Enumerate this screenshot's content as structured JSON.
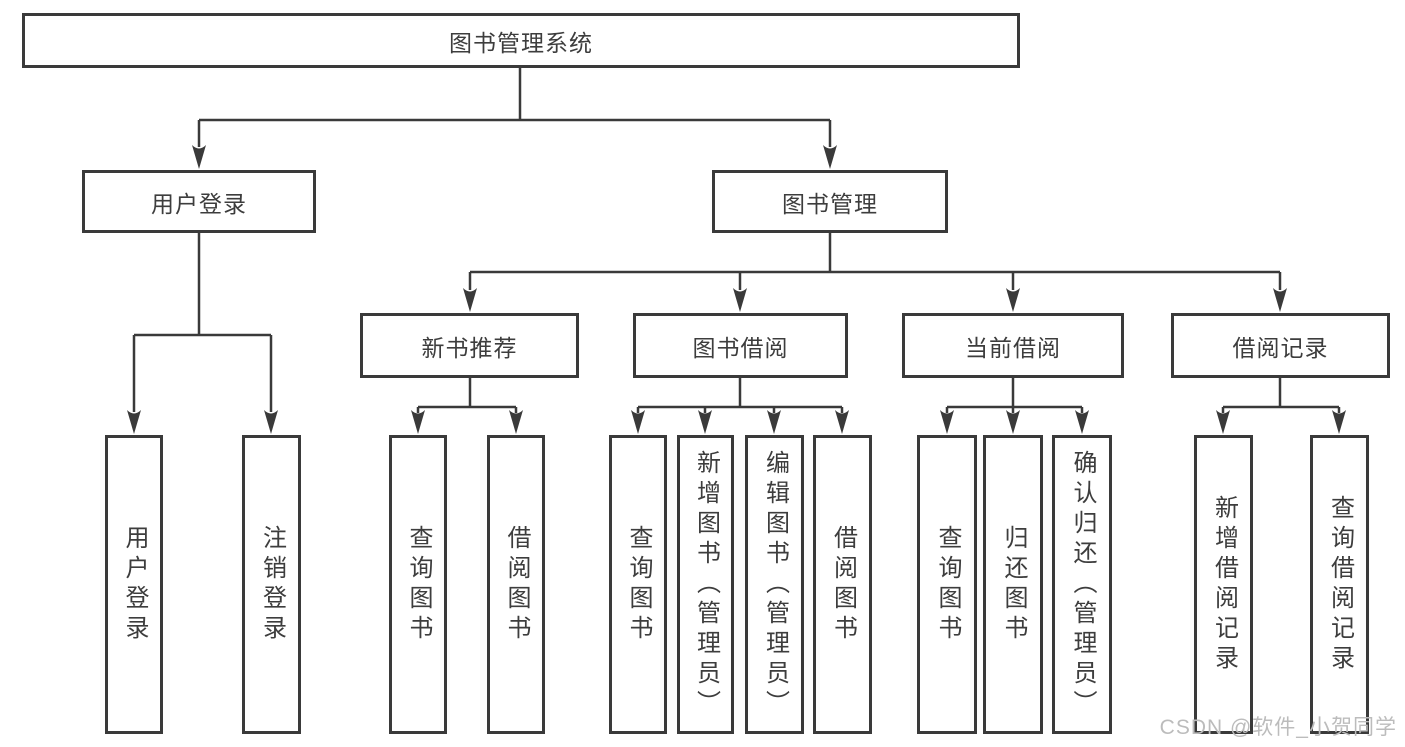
{
  "tree": {
    "root": {
      "label": "图书管理系统",
      "children": [
        {
          "label": "用户登录",
          "children": [
            {
              "label": "用户登录"
            },
            {
              "label": "注销登录"
            }
          ]
        },
        {
          "label": "图书管理",
          "children": [
            {
              "label": "新书推荐",
              "children": [
                {
                  "label": "查询图书"
                },
                {
                  "label": "借阅图书"
                }
              ]
            },
            {
              "label": "图书借阅",
              "children": [
                {
                  "label": "查询图书"
                },
                {
                  "label": "新增图书（管理员）"
                },
                {
                  "label": "编辑图书（管理员）"
                },
                {
                  "label": "借阅图书"
                }
              ]
            },
            {
              "label": "当前借阅",
              "children": [
                {
                  "label": "查询图书"
                },
                {
                  "label": "归还图书"
                },
                {
                  "label": "确认归还（管理员）"
                }
              ]
            },
            {
              "label": "借阅记录",
              "children": [
                {
                  "label": "新增借阅记录"
                },
                {
                  "label": "查询借阅记录"
                }
              ]
            }
          ]
        }
      ]
    }
  },
  "watermark": "CSDN @软件_小贺同学",
  "colors": {
    "line": "#3a3a3a",
    "text": "#3d3d3d",
    "watermark": "#bcbcbc",
    "background": "#ffffff"
  }
}
